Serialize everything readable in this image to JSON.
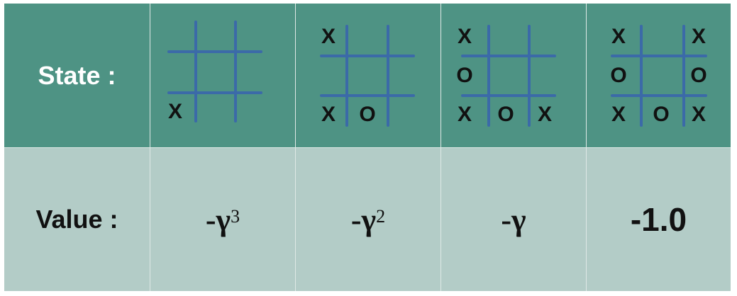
{
  "rows": {
    "state_label": "State :",
    "value_label": "Value :"
  },
  "states": [
    {
      "marks": [
        "",
        "",
        "",
        "",
        "",
        "",
        "X",
        "",
        ""
      ]
    },
    {
      "marks": [
        "X",
        "",
        "",
        "",
        "",
        "",
        "X",
        "O",
        ""
      ]
    },
    {
      "marks": [
        "X",
        "",
        "",
        "O",
        "",
        "",
        "X",
        "O",
        "X"
      ]
    },
    {
      "marks": [
        "X",
        "",
        "X",
        "O",
        "",
        "O",
        "X",
        "O",
        "X"
      ]
    }
  ],
  "values": [
    {
      "base": "-γ",
      "exp": "3"
    },
    {
      "base": "-γ",
      "exp": "2"
    },
    {
      "base": "-γ",
      "exp": ""
    },
    {
      "base": "-1.0",
      "exp": ""
    }
  ],
  "colors": {
    "state_row_bg": "#4e9384",
    "value_row_bg": "#b3ccc7",
    "grid_line": "#3b6aa8"
  }
}
